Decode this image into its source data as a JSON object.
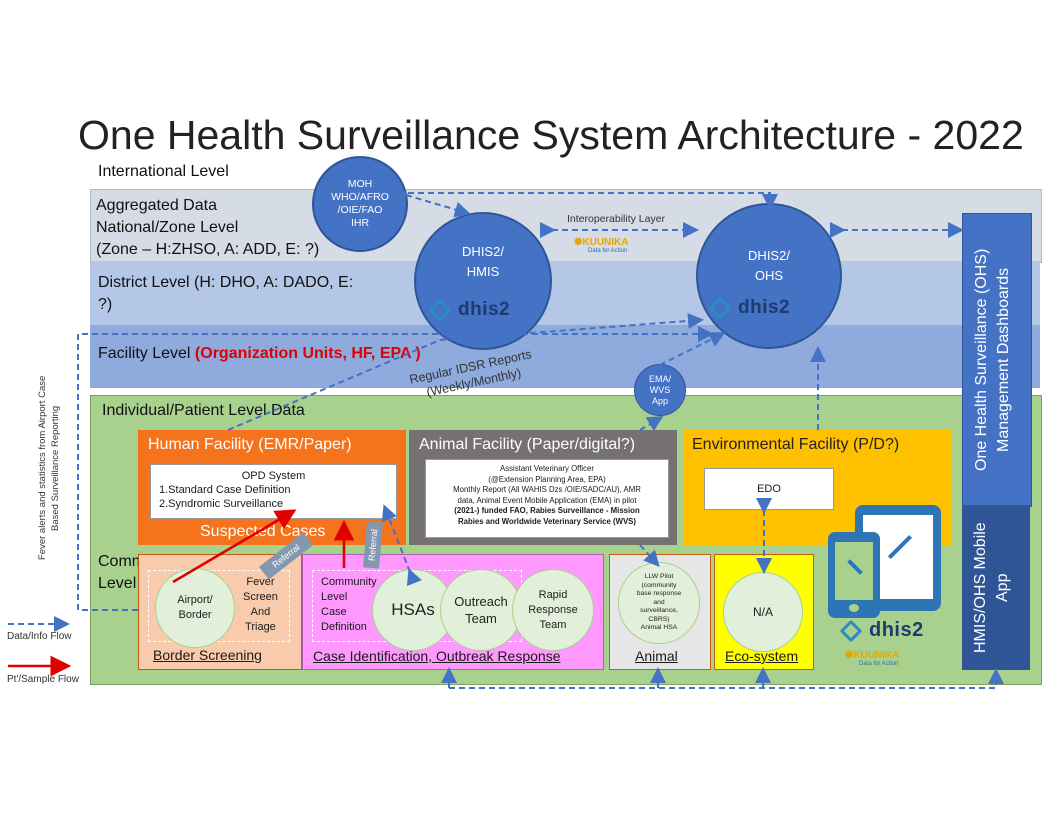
{
  "title": "One Health Surveillance System Architecture - 2022",
  "levels": {
    "international": "International Level",
    "aggregated_line1": "Aggregated  Data",
    "aggregated_line2": "National/Zone Level",
    "aggregated_line3": "(Zone – H:ZHSO, A: ADD, E: ?)",
    "district_line1": "District Level (H: DHO, A: DADO, E:",
    "district_line2": "?)",
    "facility": "Facility Level ",
    "facility_highlight": "(Organization Units, HF, EPA )",
    "individual": "Individual/Patient Level Data",
    "community_line1": "Community",
    "community_line2": "Level"
  },
  "nodes": {
    "moh": [
      "MOH",
      "WHO/AFRO",
      "/OIE/FAO",
      "IHR"
    ],
    "hmis": [
      "DHIS2/",
      "HMIS"
    ],
    "ohs": [
      "DHIS2/",
      "OHS"
    ],
    "ema": [
      "EMA/",
      "WVS",
      "App"
    ],
    "interop": "Interoperability Layer",
    "kuunika": "KUUNIKA",
    "kuunika_sub": "Data for Action",
    "dhis_logo": "dhis2"
  },
  "reports": {
    "line1": "Regular IDSR Reports",
    "line2": "(Weekly/Monthly)"
  },
  "human": {
    "header": "Human Facility (EMR/Paper)",
    "opd": "OPD System",
    "item1": "1.Standard Case Definition",
    "item2": "2.Syndromic Surveillance",
    "suspected": "Suspected Cases"
  },
  "animal": {
    "header": "Animal Facility (Paper/digital?)",
    "lines": [
      "Assistant Veterinary Officer",
      "(@Extension Planning Area, EPA)",
      "Monthly Report (All WAHIS Dzs /OIE/SADC/AU), AMR",
      "data, Animal Event Mobile Application (EMA) in pilot"
    ],
    "bold1": "(2021-) funded FAO, Rabies Surveillance - Mission",
    "bold2": "Rabies and Worldwide Veterinary Service (WVS)"
  },
  "environment": {
    "header": "Environmental Facility (P/D?)",
    "edo": "EDO"
  },
  "community": {
    "airport": [
      "Airport/",
      "Border"
    ],
    "fever": [
      "Fever",
      "Screen",
      "And",
      "Triage"
    ],
    "border_label": "Border Screening",
    "ccd": [
      "Community",
      "Level",
      "Case",
      "Definition"
    ],
    "hsas": "HSAs",
    "outreach": [
      "Outreach",
      "Team"
    ],
    "rapid": [
      "Rapid",
      "Response",
      "Team"
    ],
    "case_label": "Case Identification, Outbreak Response",
    "llw": [
      "LLW Pilot",
      "(community",
      "base response",
      "and",
      "surveillance,",
      "CBRS)",
      "Animal HSA"
    ],
    "animal_label": "Animal",
    "na": "N/A",
    "eco_label": "Eco-system",
    "referral": "Referral"
  },
  "right": {
    "dashboards": "One Health Surveillance (OHS) Management Dashboards",
    "mobile": "HMIS/OHS Mobile App"
  },
  "left": {
    "fever_note": "Fever alerts and statistics from Airport Case Based Surveillance Reporting",
    "data_flow": "Data/Info Flow",
    "sample_flow": "Pt'/Sample Flow"
  },
  "colors": {
    "aggregated": "#d6dce5",
    "district": "#b4c7e7",
    "facility": "#8faadc",
    "individual": "#a9d18e",
    "human": "#f4731c",
    "animal": "#767171",
    "environment": "#ffc000",
    "border": "#f8cbad",
    "case": "#ff99ff",
    "eco": "#ffff00",
    "ohs_panel": "#4472c4",
    "mobile_panel": "#2f5597",
    "flow_blue": "#4472c4",
    "flow_red": "#e00000"
  }
}
